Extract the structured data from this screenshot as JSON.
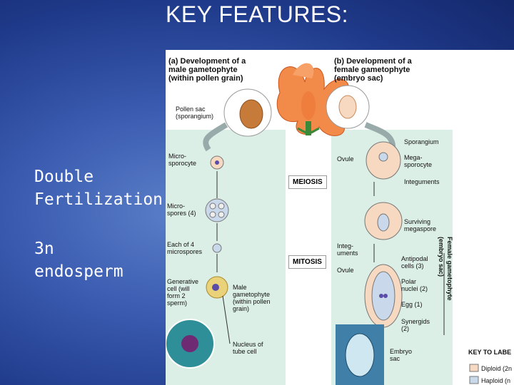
{
  "slide": {
    "title": "KEY FEATURES:",
    "bullets": [
      "Double\nFertilization",
      "3n\nendosperm"
    ]
  },
  "figure": {
    "panel_a_title": "(a) Development of a\nmale gametophyte\n(within pollen grain)",
    "panel_b_title": "(b) Development of a\nfemale gametophyte\n(embryo sac)",
    "pollen_sac": "Pollen sac\n(sporangium)",
    "microsporocyte": "Micro-\nsporocyte",
    "microspores": "Micro-\nspores (4)",
    "each_microspore": "Each of 4\nmicrospores",
    "generative_cell": "Generative\ncell (will\nform 2\nsperm)",
    "male_gametophyte": "Male\ngametophyte\n(within pollen\ngrain)",
    "nucleus_tube_cell": "Nucleus of\ntube cell",
    "meiosis": "MEIOSIS",
    "mitosis": "MITOSIS",
    "sporangium": "Sporangium",
    "ovule_top": "Ovule",
    "megasporocyte": "Mega-\nsporocyte",
    "integuments_top": "Integuments",
    "surviving_megaspore": "Surviving\nmegaspore",
    "integuments_mid": "Integ-\numents",
    "ovule_mid": "Ovule",
    "antipodal": "Antipodal\ncells (3)",
    "polar_nuclei": "Polar\nnuclei (2)",
    "egg": "Egg (1)",
    "synergids": "Synergids\n(2)",
    "embryo_sac": "Embryo\nsac",
    "female_gametophyte_vertical": "Female gametophyte\n(embryo sac)",
    "key_title": "KEY TO LABE",
    "key_diploid": "Diploid (2n",
    "key_haploid": "Haploid (n"
  },
  "colors": {
    "male_panel": "#dcefe6",
    "female_panel": "#dcefe6",
    "diploid": "#f6d9c0",
    "haploid": "#c9d8ea"
  }
}
